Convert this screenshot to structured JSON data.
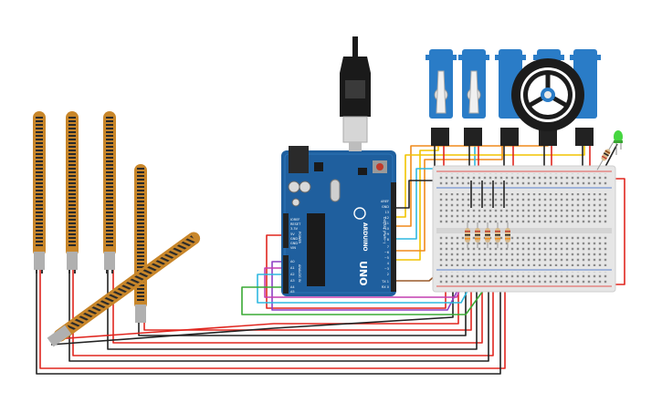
{
  "board": {
    "brand_label": "ARDUINO",
    "model_label": "UNO",
    "power_label": "POWER",
    "analog_label": "ANALOG IN",
    "digital_label": "DIGITAL (PWM~)",
    "pin_aref": "AREF",
    "pin_gnd": "GND",
    "pin_13": "13",
    "pin_12": "12",
    "pin_11": "~11",
    "pin_10": "~10",
    "pin_9": "~9",
    "pin_8": "8",
    "pin_7": "7",
    "pin_6": "~6",
    "pin_5": "~5",
    "pin_4": "4",
    "pin_3": "~3",
    "pin_2": "2",
    "pin_tx": "TX 1",
    "pin_rx": "RX 0",
    "pin_ioref": "IOREF",
    "pin_reset": "RESET",
    "pin_3v3": "3.3V",
    "pin_5v": "5V",
    "pin_gnd1": "GND",
    "pin_gnd2": "GND",
    "pin_vin": "VIN",
    "pin_a0": "A0",
    "pin_a1": "A1",
    "pin_a2": "A2",
    "pin_a3": "A3",
    "pin_a4": "A4",
    "pin_a5": "A5"
  },
  "colors": {
    "board_blue": "#1f5f9e",
    "servo_blue": "#2a7cc7",
    "flex_orange": "#c8862a",
    "wire_red": "#e0261f",
    "wire_black": "#222222",
    "wire_yellow": "#f2c400",
    "wire_orange": "#f08a1c",
    "wire_cyan": "#2fb8e0",
    "wire_purple": "#8e3fc4",
    "wire_green": "#3aaa35",
    "wire_brown": "#9a5a2a",
    "breadboard": "#e6e6e6",
    "led_green": "#46d640"
  }
}
